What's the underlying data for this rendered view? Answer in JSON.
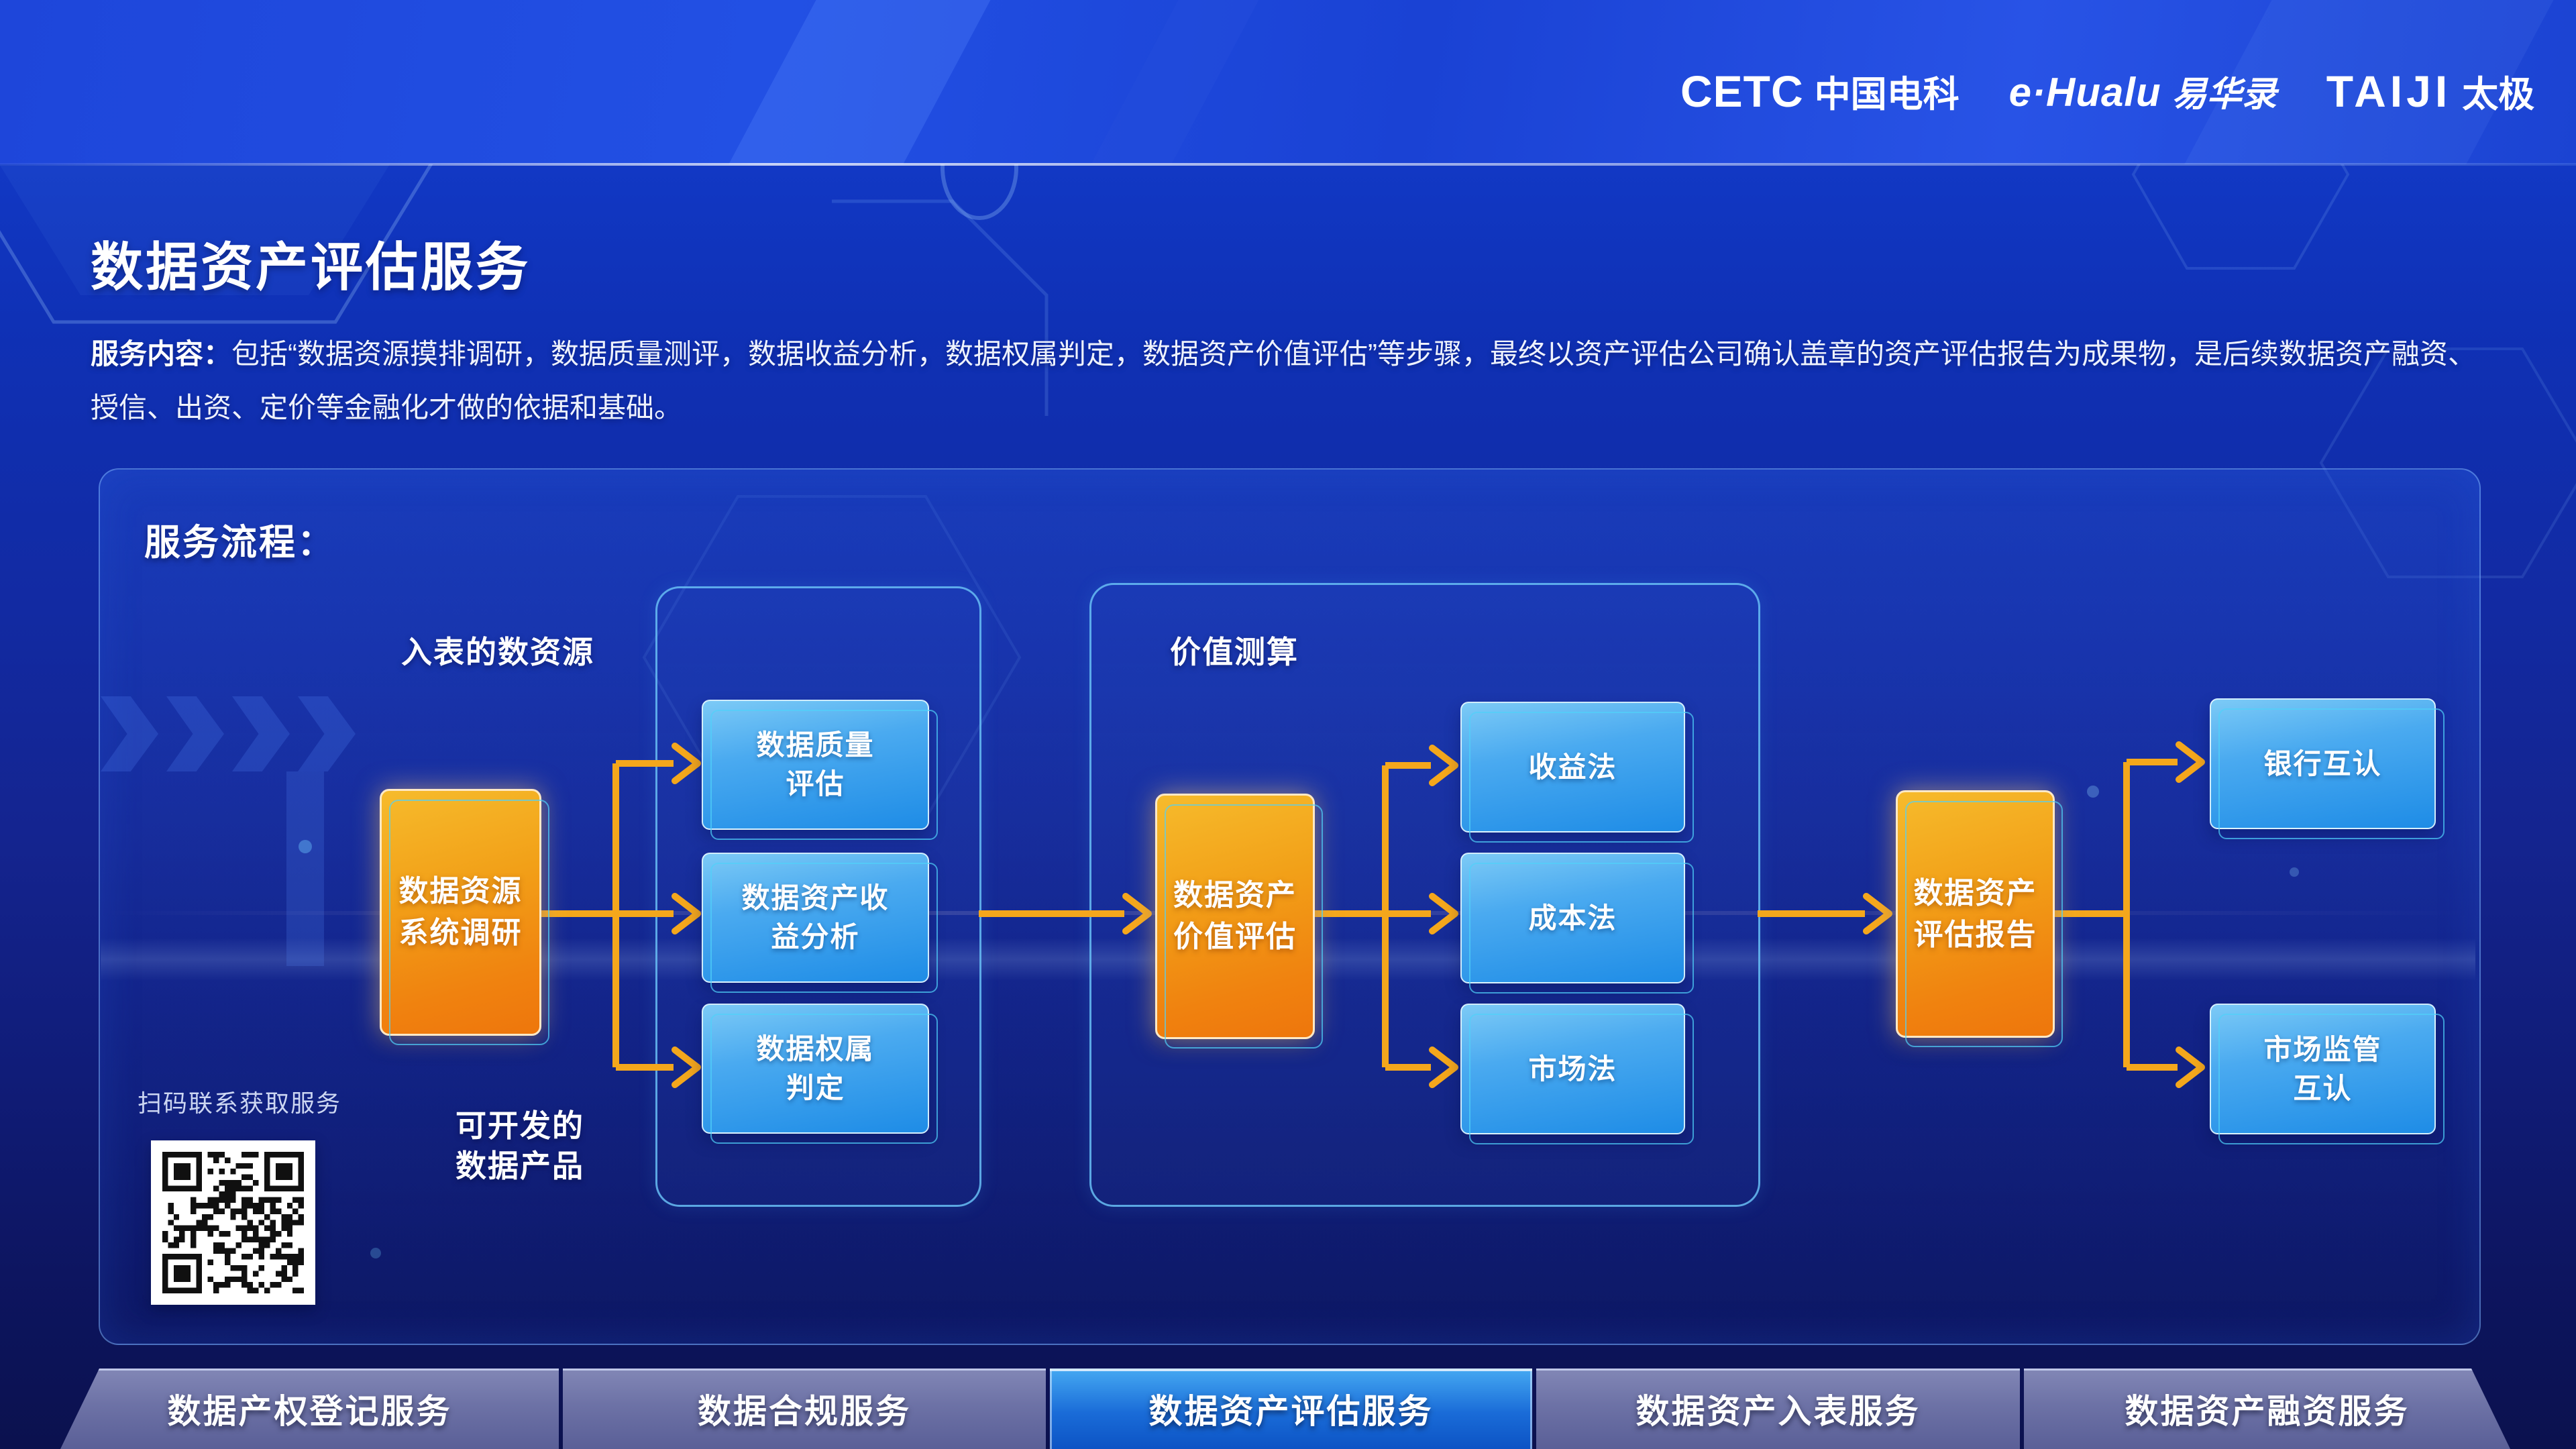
{
  "header": {
    "logos": [
      {
        "en": "CETC",
        "cn": "中国电科"
      },
      {
        "en": "e·Hualu",
        "cn": "易华录"
      },
      {
        "en": "TAIJI",
        "cn": "太极"
      }
    ]
  },
  "page": {
    "title": "数据资产评估服务",
    "intro": {
      "label": "服务内容：",
      "text": "包括“数据资源摸排调研，数据质量测评，数据收益分析，数据权属判定，数据资产价值评估”等步骤，最终以资产评估公司确认盖章的资产评估报告为成果物，是后续数据资产融资、授信、出资、定价等金融化才做的依据和基础。"
    }
  },
  "flow": {
    "heading": "服务流程：",
    "input_label": "入表的数资源",
    "valuation_label": "价值测算",
    "developable_label": "可开发的\n数据产品",
    "qr_caption": "扫码联系获取服务",
    "nodes": {
      "survey": "数据资源\n系统调研",
      "quality": "数据质量\n评估",
      "income_analysis": "数据资产收\n益分析",
      "ownership": "数据权属\n判定",
      "value_assess": "数据资产\n价值评估",
      "income_method": "收益法",
      "cost_method": "成本法",
      "market_method": "市场法",
      "report": "数据资产\n评估报告",
      "bank": "银行互认",
      "market_reg": "市场监管\n互认"
    }
  },
  "tabs": [
    {
      "label": "数据产权登记服务",
      "active": false
    },
    {
      "label": "数据合规服务",
      "active": false
    },
    {
      "label": "数据资产评估服务",
      "active": true
    },
    {
      "label": "数据资产入表服务",
      "active": false
    },
    {
      "label": "数据资产融资服务",
      "active": false
    }
  ],
  "colors": {
    "arrow": "#f4a71c",
    "orange_node_top": "#f6bb2c",
    "orange_node_bottom": "#ee760c",
    "blue_node_top": "#7ccaf6",
    "blue_node_bottom": "#1e8ce6",
    "group_border": "#69bef5",
    "active_tab_top": "#45a9f2",
    "active_tab_bottom": "#0c53c4",
    "inactive_tab": "#6d72a6",
    "background_top": "#1c44d8",
    "background_bottom": "#0b114e"
  }
}
